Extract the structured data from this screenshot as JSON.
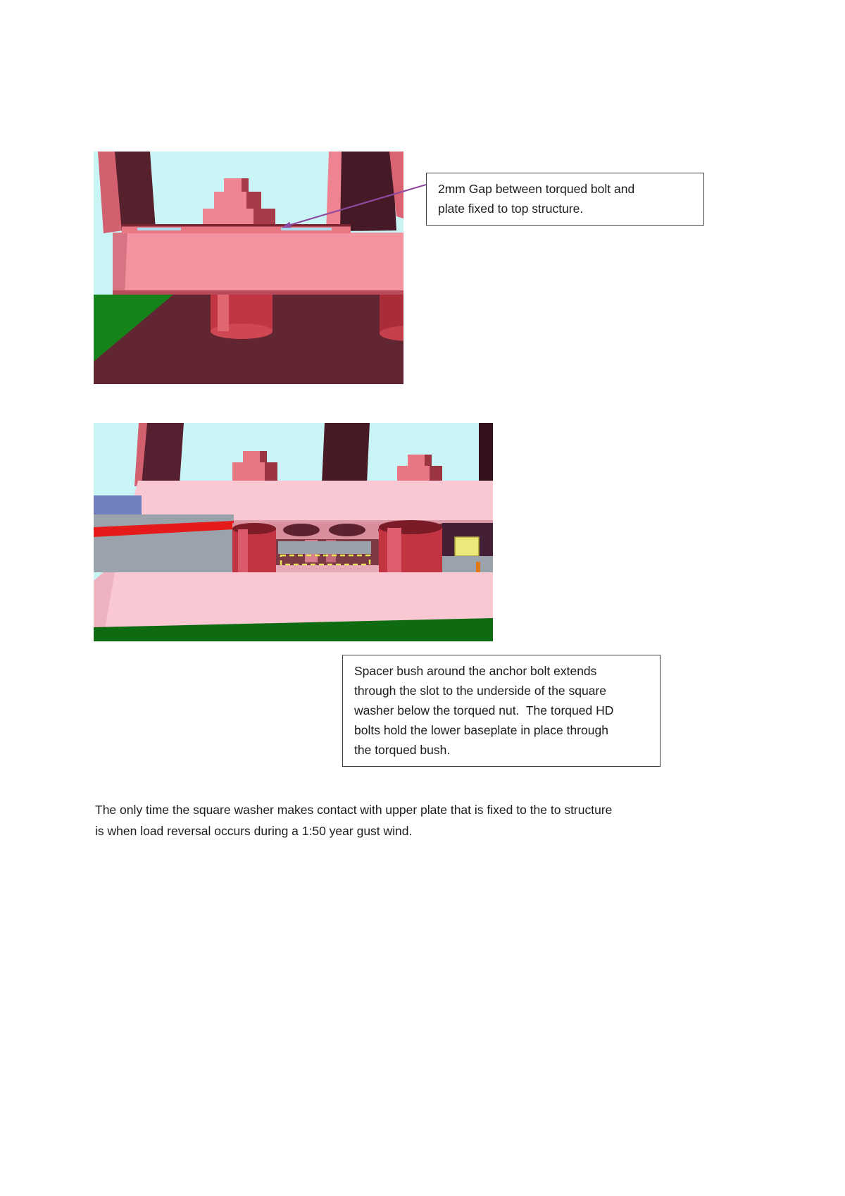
{
  "document": {
    "background": "#ffffff"
  },
  "figure1": {
    "name": "CAD render of 2mm gap between torqued bolt and plate fixed to top structure",
    "palette": {
      "sky": "#c9f5f6",
      "structure_pink": "#f2939f",
      "bolt_pink": "#ef8593",
      "dark_maroon": "#56202d",
      "underside_maroon": "#622632",
      "cylinder_red": "#c13642",
      "ground_green": "#15831a"
    }
  },
  "figure2": {
    "name": "CAD render of spacer bush, anchor bolt and lower baseplate assembly",
    "palette": {
      "sky": "#c9f5f6",
      "plate_pink": "#f9c8d2",
      "bush_red": "#c23442",
      "ground_green": "#0f6b12",
      "stripe_red": "#e51a1a",
      "steel_gray": "#9aa2ac",
      "accent_yellow": "#ede87a",
      "band_blue": "#6f7fbe"
    }
  },
  "callouts": {
    "gap_note": {
      "lines": [
        "2mm Gap between torqued bolt and",
        "plate fixed to top structure."
      ],
      "arrow_color": "#8e4a9e"
    },
    "spacer_note": {
      "lines": [
        "Spacer bush around the anchor bolt extends",
        "through the slot to the underside of the square",
        "washer below the torqued nut.  The torqued HD",
        "bolts hold the lower baseplate in place through",
        "the torqued bush."
      ]
    }
  },
  "body": {
    "lines": [
      "The only time the square washer makes contact with upper plate that is fixed to the to structure",
      "is when load reversal occurs during a 1:50 year gust wind."
    ]
  }
}
